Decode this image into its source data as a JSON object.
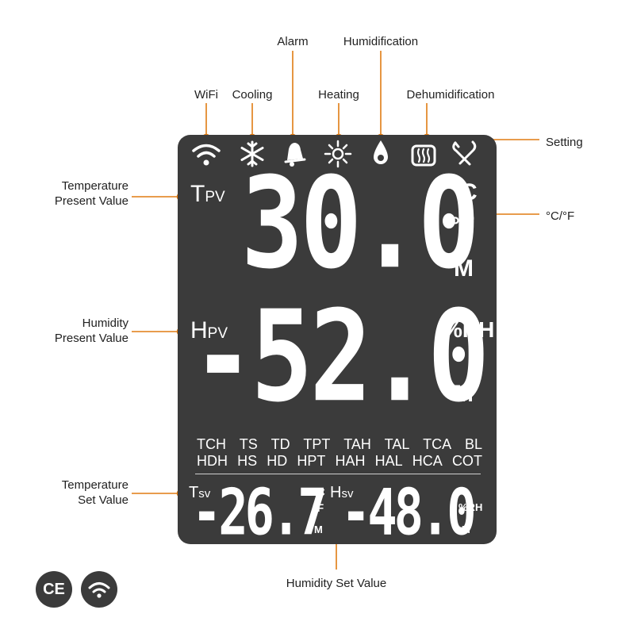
{
  "callouts": {
    "wifi": "WiFi",
    "cooling": "Cooling",
    "alarm": "Alarm",
    "heating": "Heating",
    "humidification": "Humidification",
    "dehumidification": "Dehumidification",
    "setting": "Setting",
    "temp_present_l1": "Temperature",
    "temp_present_l2": "Present Value",
    "unit_switch": "°C/°F",
    "hum_present_l1": "Humidity",
    "hum_present_l2": "Present Value",
    "temp_set_l1": "Temperature",
    "temp_set_l2": "Set Value",
    "hum_set": "Humidity Set Value"
  },
  "display": {
    "temp_value": "30.0",
    "hum_value": "-52.0",
    "temp_set_value": "-26.7",
    "hum_set_value": "-48.0",
    "tpv_main": "T",
    "tpv_sub": "PV",
    "hpv_main": "H",
    "hpv_sub": "PV",
    "tsv_main": "T",
    "tsv_sub": "sv",
    "hsv_main": "H",
    "hsv_sub": "sv",
    "deg_c": "°C",
    "deg_f": "°F",
    "m": "M",
    "rh": "%RH",
    "codes_row1": [
      "TCH",
      "TS",
      "TD",
      "TPT",
      "TAH",
      "TAL",
      "TCA",
      "BL"
    ],
    "codes_row2": [
      "HDH",
      "HS",
      "HD",
      "HPT",
      "HAH",
      "HAL",
      "HCA",
      "COT"
    ]
  },
  "badges": {
    "ce": "CE"
  },
  "colors": {
    "accent": "#e07b12",
    "panel": "#3b3b3b",
    "segment": "#ffffff"
  },
  "icons": [
    "wifi-icon",
    "snowflake-icon",
    "bell-icon",
    "sun-icon",
    "droplet-icon",
    "dehumidifier-icon",
    "wrench-icon",
    "wifi-badge-icon"
  ]
}
